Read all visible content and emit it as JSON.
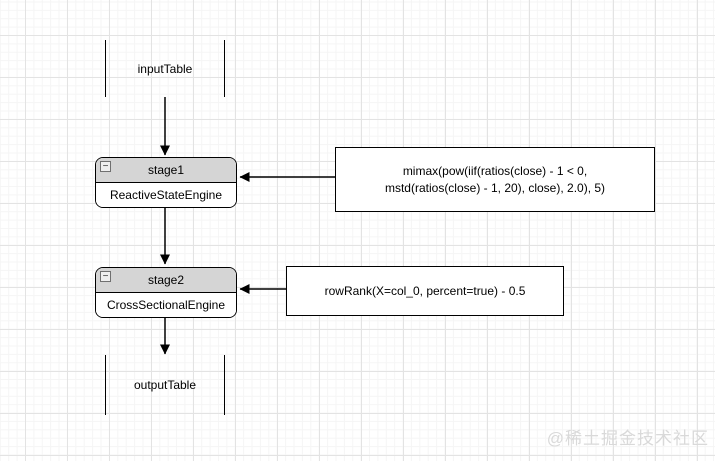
{
  "nodes": {
    "input_table": {
      "label": "inputTable"
    },
    "stage1": {
      "name": "stage1",
      "engine": "ReactiveStateEngine"
    },
    "stage2": {
      "name": "stage2",
      "engine": "CrossSectionalEngine"
    },
    "output_table": {
      "label": "outputTable"
    }
  },
  "formulas": {
    "stage1_metrics": {
      "line1": "mimax(pow(iif(ratios(close) - 1 < 0,",
      "line2": "mstd(ratios(close) - 1, 20), close), 2.0), 5)"
    },
    "stage2_metrics": {
      "text": "rowRank(X=col_0, percent=true) - 0.5"
    }
  },
  "icons": {
    "collapse_minus": "−"
  },
  "colors": {
    "stage_header_fill": "#d5d5d5",
    "node_border": "#000000",
    "grid_major": "#e3e3e3",
    "grid_minor": "#f5f5f5",
    "watermark_text": "#d9d9d9"
  },
  "watermark": "@稀土掘金技术社区"
}
